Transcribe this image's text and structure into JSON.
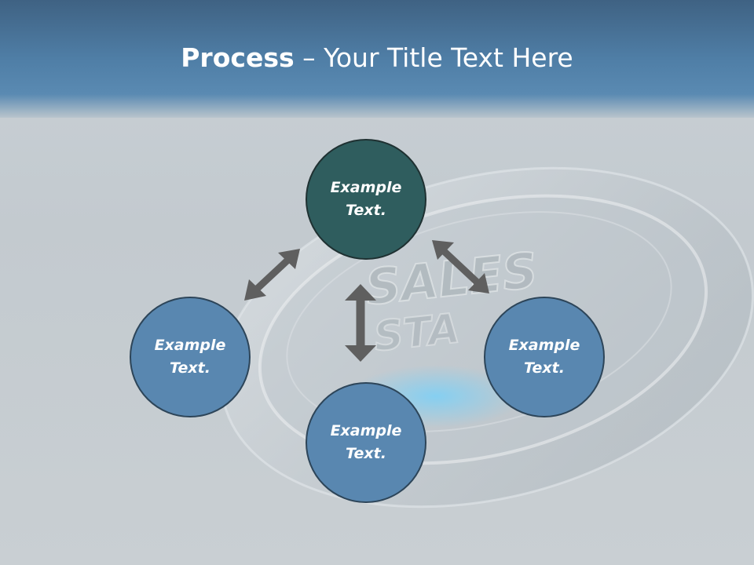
{
  "slide": {
    "title_bold": "Process",
    "title_rest": " – Your Title Text Here",
    "background_text_line1": "SALES",
    "background_text_line2": "STA"
  },
  "nodes": {
    "top": {
      "line1": "Example",
      "line2": "Text."
    },
    "left": {
      "line1": "Example",
      "line2": "Text."
    },
    "right": {
      "line1": "Example",
      "line2": "Text."
    },
    "bottom": {
      "line1": "Example",
      "line2": "Text."
    }
  },
  "colors": {
    "header": "#4f7ea6",
    "top_node": "#2f5d5e",
    "nodes": "#5987b0",
    "arrows": "#5f5f5f"
  }
}
